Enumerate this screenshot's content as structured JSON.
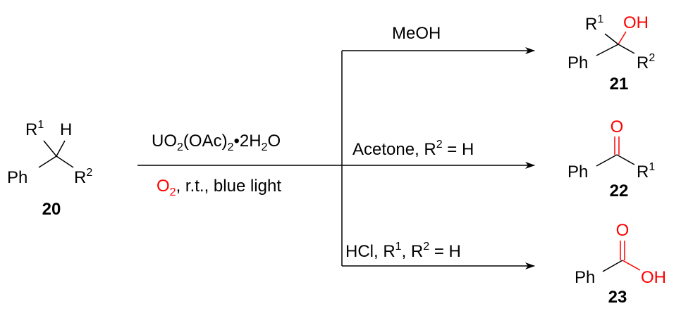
{
  "reactant": {
    "r1": "R",
    "r1_sup": "1",
    "h": "H",
    "ph": "Ph",
    "r2": "R",
    "r2_sup": "2",
    "label": "20"
  },
  "conditions": {
    "reagent": {
      "a": "UO",
      "a_sub": "2",
      "b": "(OAc)",
      "b_sub": "2",
      "c": "•2H",
      "c_sub": "2",
      "d": "O"
    },
    "line2": {
      "o": "O",
      "o_sub": "2",
      "rest": ", r.t., blue light"
    }
  },
  "branches": {
    "top": "MeOH",
    "middle": {
      "text": "Acetone, R",
      "sup": "2",
      "rest": " = H"
    },
    "bottom": {
      "text": "HCl, R",
      "sup1": "1",
      "mid": ", R",
      "sup2": "2",
      "rest": " = H"
    }
  },
  "products": [
    {
      "label": "21",
      "r1": "R",
      "r1_sup": "1",
      "oh": "OH",
      "ph": "Ph",
      "r2": "R",
      "r2_sup": "2"
    },
    {
      "label": "22",
      "o": "O",
      "ph": "Ph",
      "r1": "R",
      "r1_sup": "1"
    },
    {
      "label": "23",
      "o": "O",
      "ph": "Ph",
      "oh": "OH"
    }
  ],
  "colors": {
    "heteroatom": "#ff0000",
    "default": "#000000"
  }
}
